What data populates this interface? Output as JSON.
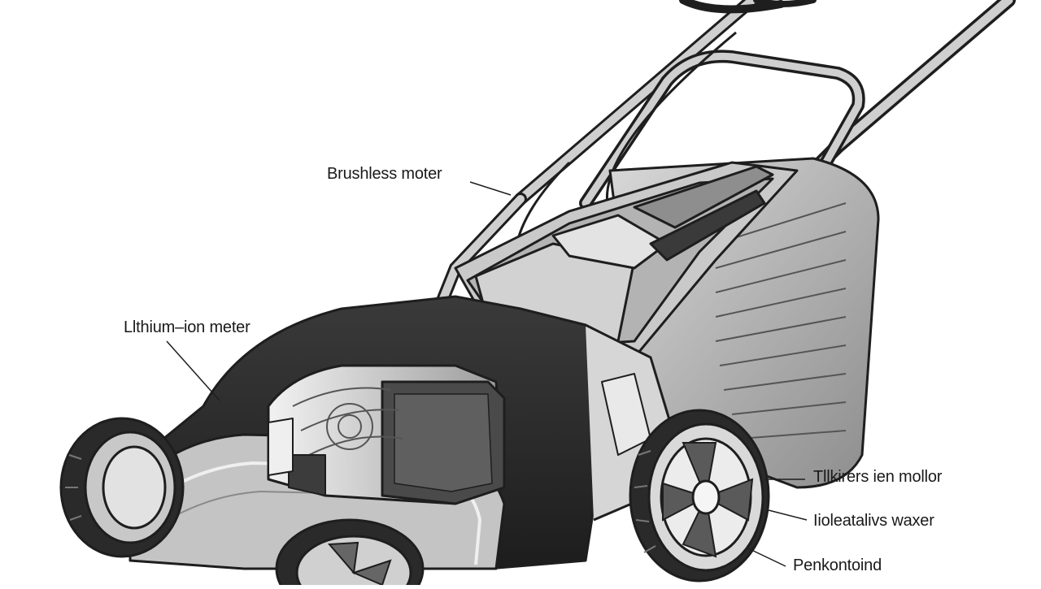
{
  "diagram": {
    "labels": {
      "brushless": "Brushless moter",
      "lithium": "Llthium–ion meter",
      "tilt": "Tllkirers ien mollor",
      "rotating": "Iioleatalivs waxer",
      "perf": "Penkontoind"
    },
    "colors": {
      "outline": "#1e1e1e",
      "deck_dark": "#2b2b2b",
      "body_light": "#b9b9b9",
      "body_mid": "#8f8f8f",
      "highlight": "#e6e6e6",
      "background": "#ffffff"
    },
    "icons": [
      "lawn-mower-illustration"
    ]
  }
}
